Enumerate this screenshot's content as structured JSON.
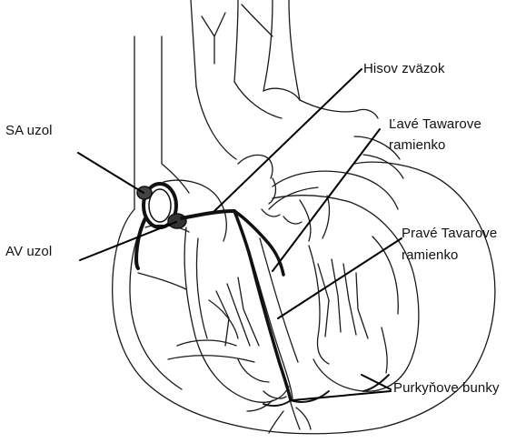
{
  "labels": {
    "sa_node": "SA uzol",
    "av_node": "AV uzol",
    "bundle_of_his": "Hisov zväzok",
    "left_bundle_branch_line1": "Ľavé Tawarove",
    "left_bundle_branch_line2": "ramienko",
    "right_bundle_branch_line1": "Pravé Tavarove",
    "right_bundle_branch_line2": "ramienko",
    "purkinje_fibers": "Purkyňove bunky"
  },
  "colors": {
    "outline": "#1a1a1a",
    "conduction": "#111111",
    "background": "#ffffff"
  }
}
